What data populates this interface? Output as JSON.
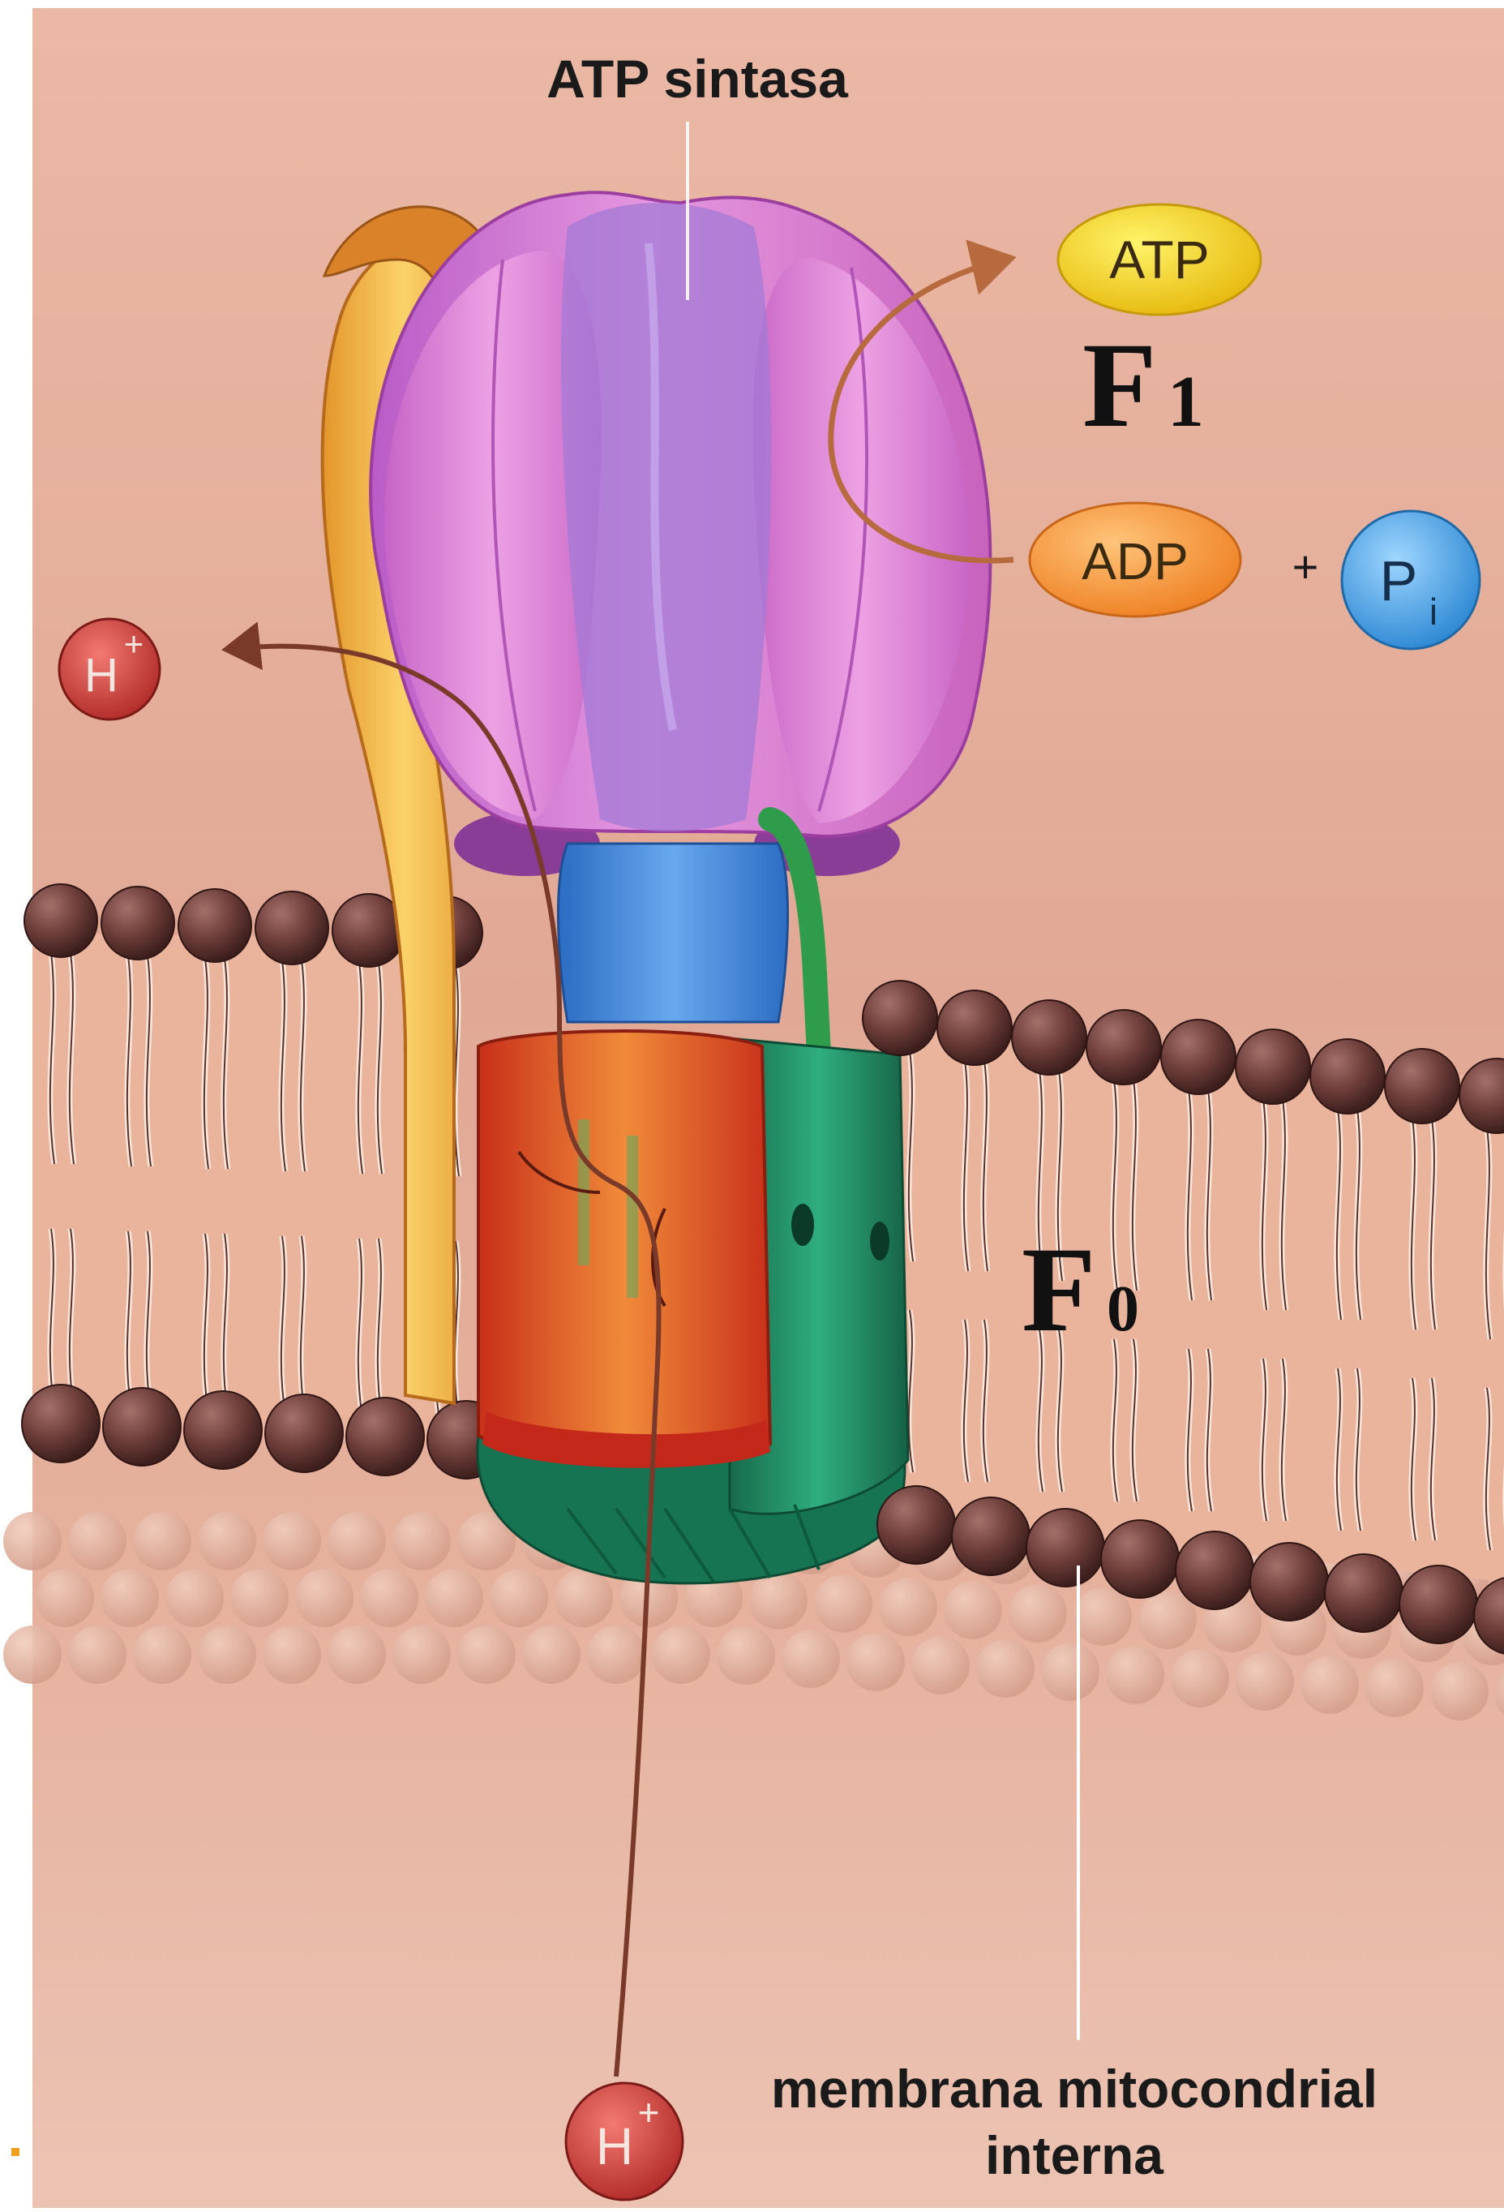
{
  "title": "ATP sintasa",
  "molecules": {
    "atp": "ATP",
    "adp": "ADP",
    "plus": "+",
    "pi_main": "P",
    "pi_sub": "i",
    "h_main": "H",
    "h_sup": "+"
  },
  "subunits": {
    "f1_main": "F",
    "f1_sub": "1",
    "f0_main": "F",
    "f0_sub": "0"
  },
  "membrane_label": {
    "line1": "membrana mitocondrial",
    "line2": "interna"
  },
  "colors": {
    "background": "#e6b3a0",
    "atp_pill": "#f2d21f",
    "adp_pill": "#f59a3a",
    "pi_circle": "#3c9fe0",
    "proton": "#c83a38",
    "f1_head": "#d77fd6",
    "stalk": "#4a8ad8",
    "rotor": "#d9531e",
    "c_ring": "#1f8a64",
    "stator": "#f0b13c",
    "lipid_head": "#6e3e3a",
    "arrow": "#b66a3e"
  }
}
